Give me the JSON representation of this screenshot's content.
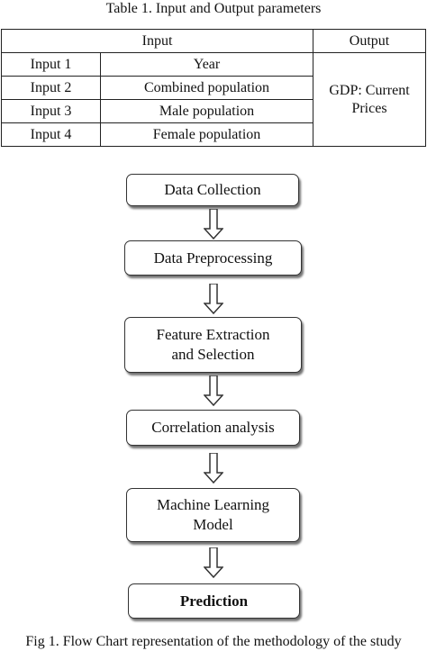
{
  "table": {
    "caption": "Table 1. Input and Output parameters",
    "header_input": "Input",
    "header_output": "Output",
    "rows": [
      {
        "name": "Input 1",
        "param": "Year"
      },
      {
        "name": "Input 2",
        "param": "Combined population"
      },
      {
        "name": "Input 3",
        "param": "Male population"
      },
      {
        "name": "Input 4",
        "param": "Female population"
      }
    ],
    "output_line1": "GDP: Current",
    "output_line2": "Prices"
  },
  "flowchart": {
    "steps": [
      {
        "line1": "Data Collection",
        "line2": ""
      },
      {
        "line1": "Data Preprocessing",
        "line2": ""
      },
      {
        "line1": "Feature Extraction",
        "line2": "and Selection"
      },
      {
        "line1": "Correlation analysis",
        "line2": ""
      },
      {
        "line1": "Machine Learning",
        "line2": "Model"
      },
      {
        "line1": "Prediction",
        "line2": ""
      }
    ],
    "caption": "Fig 1. Flow Chart representation of the methodology of the study"
  }
}
